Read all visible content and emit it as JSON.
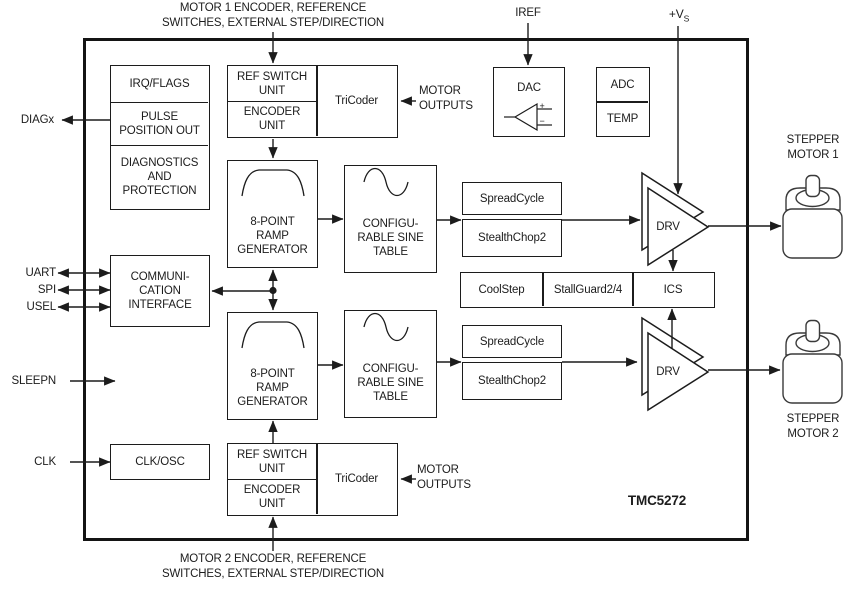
{
  "chip": {
    "part_number": "TMC5272"
  },
  "external_labels": {
    "motor1_io": "MOTOR 1 ENCODER, REFERENCE\nSWITCHES, EXTERNAL STEP/DIRECTION",
    "motor2_io": "MOTOR 2 ENCODER, REFERENCE\nSWITCHES, EXTERNAL STEP/DIRECTION",
    "iref": "IREF",
    "vs_prefix": "+V",
    "vs_sub": "S",
    "diagx": "DIAGx",
    "uart": "UART",
    "spi": "SPI",
    "usel": "USEL",
    "sleepn": "SLEEPN",
    "clk": "CLK",
    "motor_outputs_top": "MOTOR\nOUTPUTS",
    "motor_outputs_bottom": "MOTOR\nOUTPUTS",
    "stepper_motor1": "STEPPER\nMOTOR 1",
    "stepper_motor2": "STEPPER\nMOTOR 2"
  },
  "blocks": {
    "irq_flags": "IRQ/FLAGS",
    "pulse_position_out": "PULSE\nPOSITION OUT",
    "diagnostics": "DIAGNOSTICS\nAND\nPROTECTION",
    "comm_interface": "COMMUNI-\nCATION\nINTERFACE",
    "clk_osc": "CLK/OSC",
    "ref_switch_unit_1": "REF SWITCH\nUNIT",
    "encoder_unit_1": "ENCODER\nUNIT",
    "tricoder_1": "TriCoder",
    "ramp_generator_1": "8-POINT\nRAMP\nGENERATOR",
    "sine_table_1": "CONFIGU-\nRABLE SINE\nTABLE",
    "spreadcycle_1": "SpreadCycle",
    "stealthchop_1": "StealthChop2",
    "coolstep": "CoolStep",
    "stallguard": "StallGuard2/4",
    "ics": "ICS",
    "dac": "DAC",
    "dac_plus": "+",
    "dac_minus": "−",
    "adc": "ADC",
    "temp": "TEMP",
    "drv_1": "DRV",
    "drv_2": "DRV",
    "spreadcycle_2": "SpreadCycle",
    "stealthchop_2": "StealthChop2",
    "ramp_generator_2": "8-POINT\nRAMP\nGENERATOR",
    "sine_table_2": "CONFIGU-\nRABLE SINE\nTABLE",
    "ref_switch_unit_2": "REF SWITCH\nUNIT",
    "encoder_unit_2": "ENCODER\nUNIT",
    "tricoder_2": "TriCoder"
  },
  "colors": {
    "line": "#1c1c1c",
    "background": "#ffffff"
  }
}
